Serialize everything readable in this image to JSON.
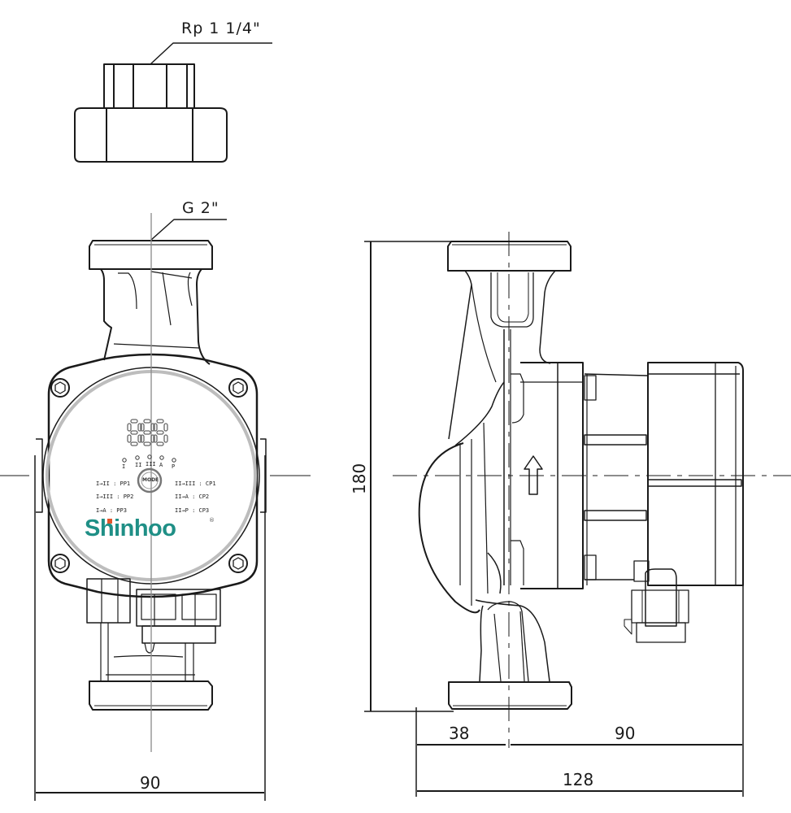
{
  "drawing": {
    "title": "Circulation pump dimension drawing",
    "thread_labels": {
      "union": "Rp 1 1/4\"",
      "pump_port": "G 2\""
    },
    "dimensions": {
      "front_width": "90",
      "side_height": "180",
      "side_left": "38",
      "side_right": "90",
      "side_total": "128"
    },
    "brand": {
      "name": "Shinhoo",
      "registered": "®",
      "color": "#1f8f86",
      "dot_color": "#e2552a"
    },
    "control_panel": {
      "mode_button": "MODE",
      "indicators": [
        "I",
        "II",
        "III",
        "A",
        "P"
      ],
      "left_modes": [
        "I→II : PP1",
        "I→III : PP2",
        "I→A : PP3"
      ],
      "right_modes": [
        "II→III : CP1",
        "II→A : CP2",
        "II→P : CP3"
      ]
    },
    "flow_arrow": "up-arrow"
  }
}
